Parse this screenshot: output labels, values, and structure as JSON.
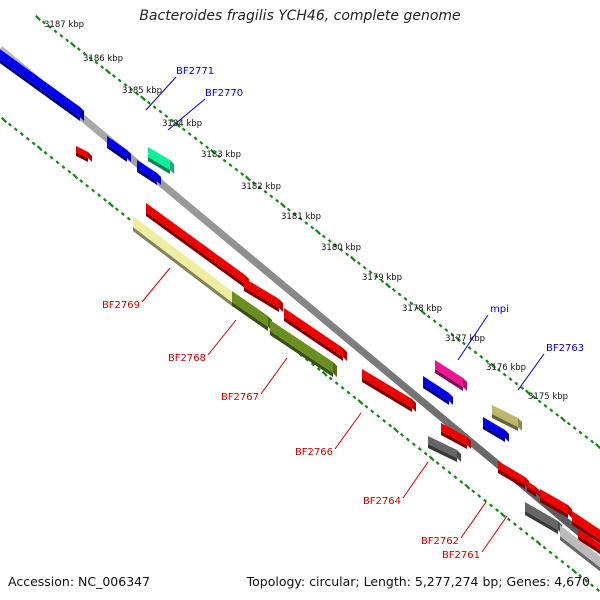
{
  "title": "Bacteroides fragilis YCH46, complete genome",
  "footer": {
    "accession": "Accession: NC_006347",
    "summary": "Topology: circular; Length: 5,277,274 bp; Genes: 4,670"
  },
  "colors": {
    "backbone": "#8c8c8c",
    "tick_forward": "#118811",
    "tick_reverse": "#118811",
    "label_forward": "#0000cc",
    "label_reverse": "#cc0000"
  },
  "kbp_ticks": [
    {
      "kbp": 3187,
      "label": "3187 kbp"
    },
    {
      "kbp": 3186,
      "label": "3186 kbp"
    },
    {
      "kbp": 3185,
      "label": "3185 kbp"
    },
    {
      "kbp": 3184,
      "label": "3184 kbp"
    },
    {
      "kbp": 3183,
      "label": "3183 kbp"
    },
    {
      "kbp": 3182,
      "label": "3182 kbp"
    },
    {
      "kbp": 3181,
      "label": "3181 kbp"
    },
    {
      "kbp": 3180,
      "label": "3180 kbp"
    },
    {
      "kbp": 3179,
      "label": "3179 kbp"
    },
    {
      "kbp": 3178,
      "label": "3178 kbp"
    },
    {
      "kbp": 3177,
      "label": "3177 kbp"
    },
    {
      "kbp": 3176,
      "label": "3176 kbp"
    },
    {
      "kbp": 3175,
      "label": "3175 kbp"
    }
  ],
  "gene_labels": [
    {
      "text": "BF2771",
      "strand": "forward"
    },
    {
      "text": "BF2770",
      "strand": "forward"
    },
    {
      "text": "mpi",
      "strand": "forward"
    },
    {
      "text": "BF2763",
      "strand": "forward"
    },
    {
      "text": "BF2769",
      "strand": "reverse"
    },
    {
      "text": "BF2768",
      "strand": "reverse"
    },
    {
      "text": "BF2767",
      "strand": "reverse"
    },
    {
      "text": "BF2766",
      "strand": "reverse"
    },
    {
      "text": "BF2764",
      "strand": "reverse"
    },
    {
      "text": "BF2762",
      "strand": "reverse"
    },
    {
      "text": "BF2761",
      "strand": "reverse"
    }
  ],
  "features": [
    {
      "color": "#0000ee"
    },
    {
      "color": "#0000ee"
    },
    {
      "color": "#0000ee"
    },
    {
      "color": "#11ee99"
    },
    {
      "color": "#ee0000"
    },
    {
      "color": "#ee0000"
    },
    {
      "color": "#eeeea0"
    },
    {
      "color": "#ee0000"
    },
    {
      "color": "#ee0000"
    },
    {
      "color": "#6b8e23"
    },
    {
      "color": "#ee0000"
    },
    {
      "color": "#6b8e23"
    },
    {
      "color": "#ee0000"
    },
    {
      "color": "#ee1493"
    },
    {
      "color": "#0000ee"
    },
    {
      "color": "#bdb76b"
    },
    {
      "color": "#0000ee"
    },
    {
      "color": "#ee0000"
    },
    {
      "color": "#666666"
    },
    {
      "color": "#ee0000"
    },
    {
      "color": "#ee0000"
    },
    {
      "color": "#ee0000"
    },
    {
      "color": "#666666"
    },
    {
      "color": "#ee0000"
    },
    {
      "color": "#bbbbbb"
    }
  ]
}
